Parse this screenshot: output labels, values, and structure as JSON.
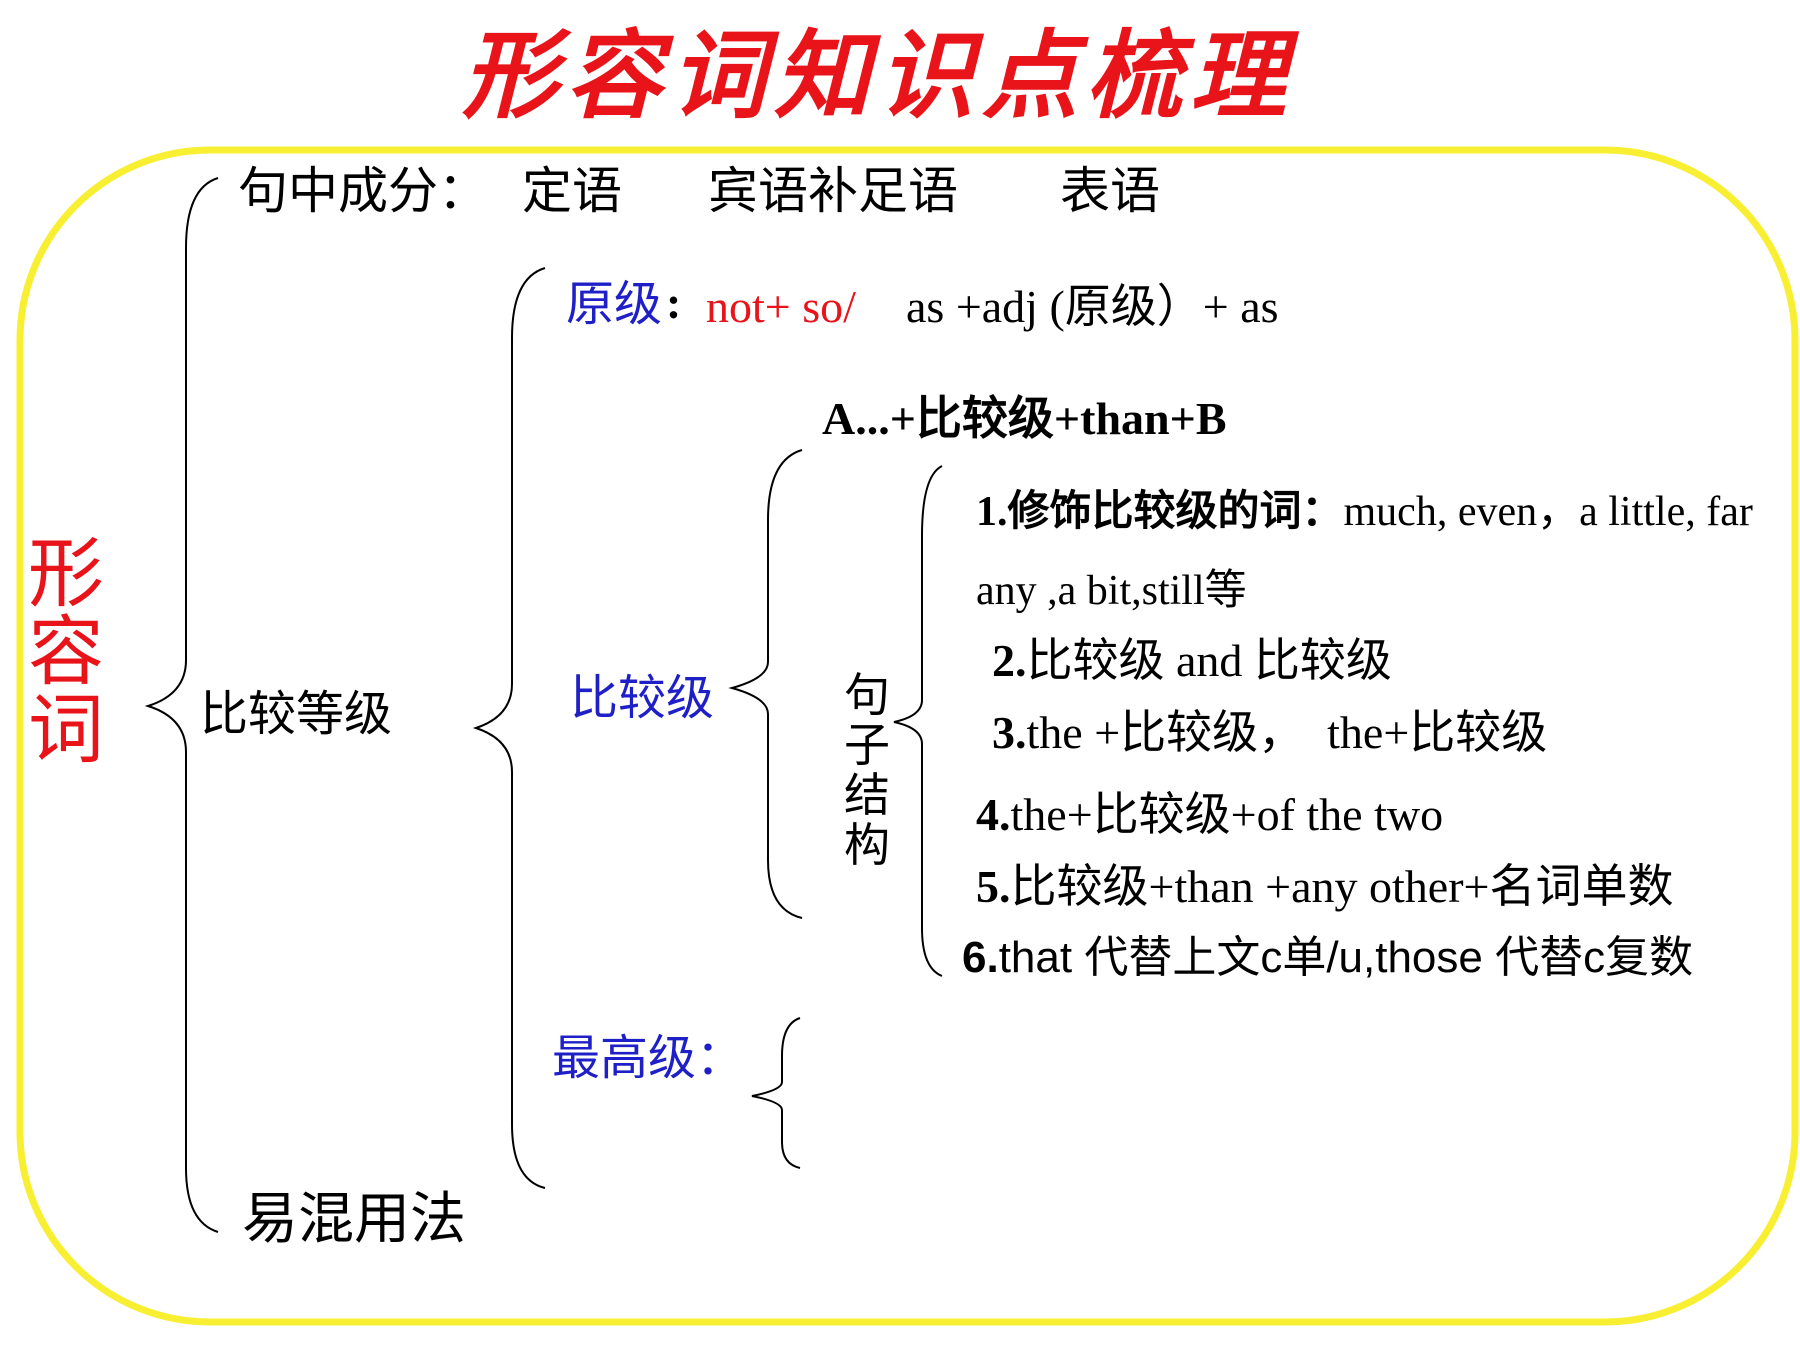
{
  "colors": {
    "frame": "#f8ef33",
    "title": "#e8141a",
    "blue": "#1f1fc8",
    "red": "#e8141a",
    "black": "#000000"
  },
  "title": "形容词知识点梳理",
  "root": "形容词",
  "functions": {
    "label": "句中成分：",
    "items": [
      "定语",
      "宾语补足语",
      "表语"
    ]
  },
  "degrees": {
    "label": "比较等级",
    "positive": {
      "label": "原级",
      "colon": ":",
      "negation": "not+ so/",
      "pattern": "as +adj (原级）+ as"
    },
    "comparative": {
      "label": "比较级",
      "basic_pattern": "A...+比较级+than+B",
      "structures_label": "句子结构",
      "structures": [
        {
          "num": "1.",
          "cn": "修饰比较级的词：",
          "text": "much, even，a little, far",
          "cont": "any ,a bit,still等"
        },
        {
          "num": "2.",
          "text": "比较级 and 比较级"
        },
        {
          "num": "3.",
          "text": "the +比较级，  the+比较级"
        },
        {
          "num": "4.",
          "text": "the+比较级+of the two"
        },
        {
          "num": "5.",
          "text": "比较级+than +any other+名词单数"
        },
        {
          "num": "6.",
          "text": "that 代替上文c单/u,those 代替c复数"
        }
      ]
    },
    "superlative": {
      "label": "最高级："
    }
  },
  "confusing": {
    "label": "易混用法"
  }
}
